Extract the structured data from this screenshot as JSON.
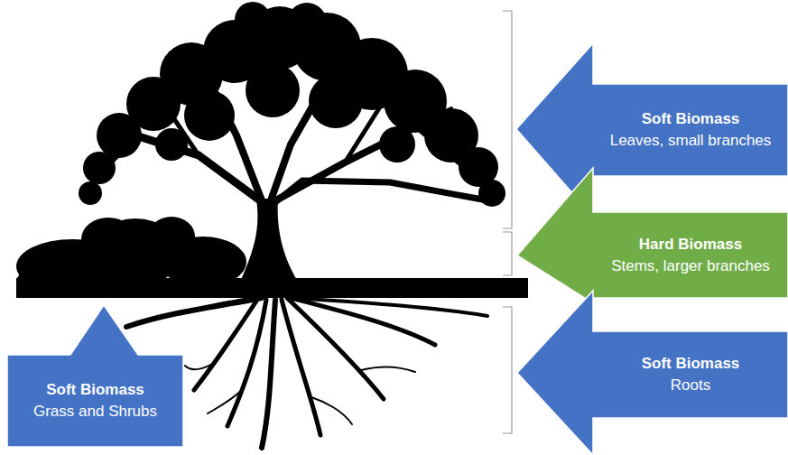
{
  "diagram": {
    "nodes": [
      {
        "text": [
          "Soft Biomass",
          "Leaves, small branches"
        ]
      },
      {
        "text": [
          "Hard Biomass",
          "Stems, larger branches"
        ]
      },
      {
        "text": [
          "Soft Biomass",
          "Roots"
        ]
      },
      {
        "text": [
          "Soft Biomass",
          "Grass and Shrubs"
        ]
      }
    ]
  }
}
